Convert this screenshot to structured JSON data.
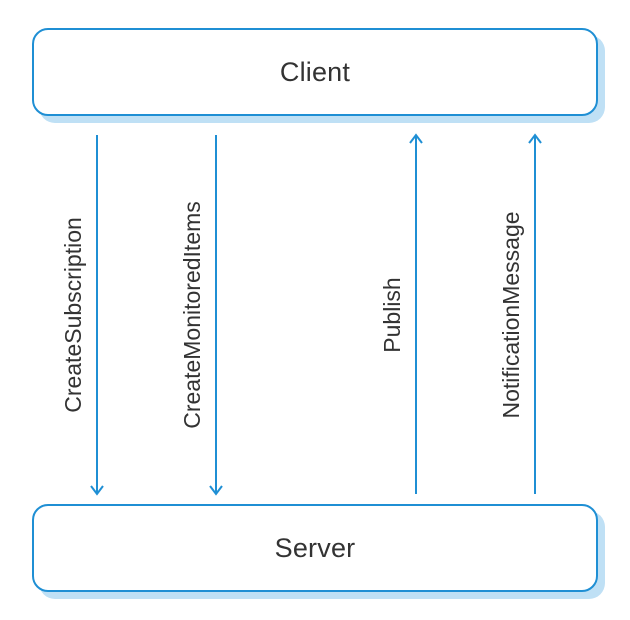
{
  "nodes": {
    "client": "Client",
    "server": "Server"
  },
  "messages": {
    "create_subscription": "CreateSubscription",
    "create_monitored_items": "CreateMonitoredItems",
    "publish": "Publish",
    "notification_message": "NotificationMessage"
  },
  "colors": {
    "accent": "#1f8fd4",
    "shadow": "#bfe0f5",
    "text": "#333333"
  }
}
